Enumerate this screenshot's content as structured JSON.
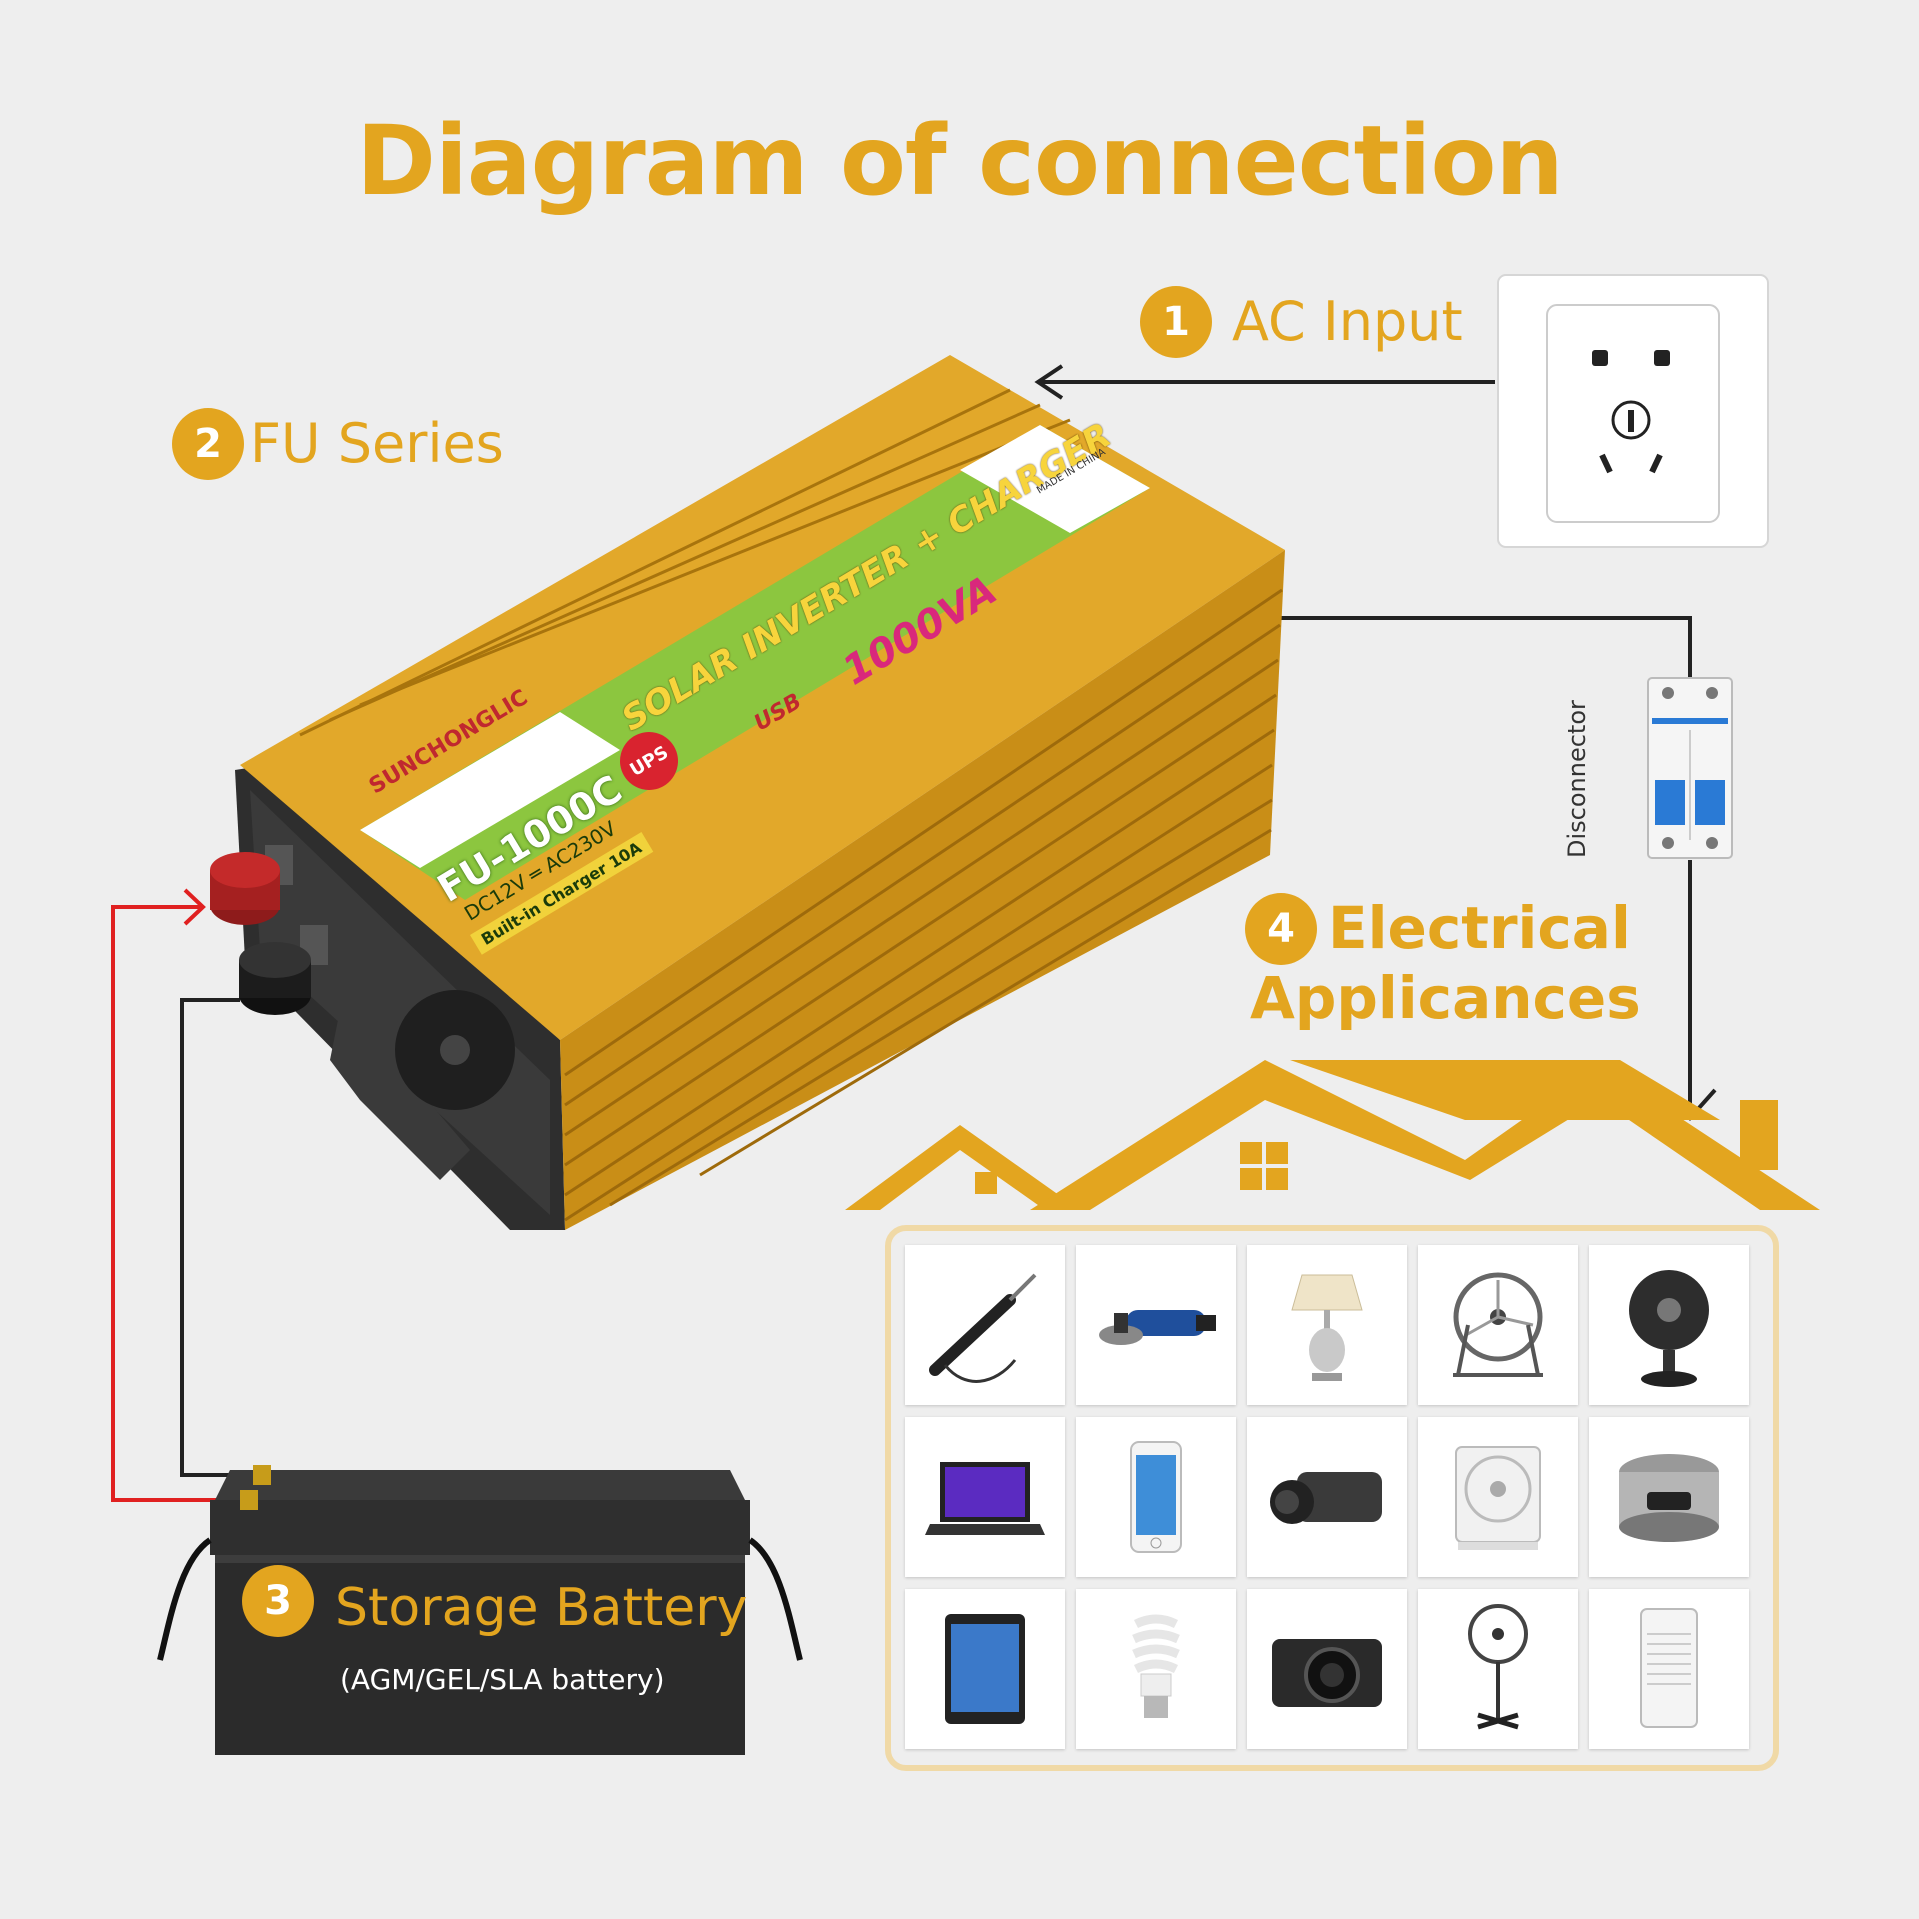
{
  "title": "Diagram of connection",
  "steps": [
    {
      "num": "1",
      "label": "AC Input"
    },
    {
      "num": "2",
      "label": "FU Series"
    },
    {
      "num": "3",
      "label": "Storage Battery",
      "sublabel": "(AGM/GEL/SLA battery)"
    },
    {
      "num": "4",
      "label_line1": "Electrical",
      "label_line2": "Applicances"
    }
  ],
  "disconnector_label": "Disconnector",
  "inverter": {
    "brand": "SUNCHONGLIC",
    "model": "FU-1000C",
    "voltage": "DC12V ═ AC230V",
    "charger": "Built-in Charger 10A",
    "product": "SOLAR INVERTER + CHARGER",
    "rating": "1000VA",
    "ups": "UPS",
    "usb": "USB",
    "made_in": "MADE IN CHINA"
  },
  "appliances": [
    "soldering-iron",
    "angle-grinder",
    "table-lamp",
    "floor-fan",
    "desk-fan",
    "laptop",
    "smartphone",
    "camcorder",
    "box-fan",
    "rice-cooker",
    "tablet",
    "cfl-bulb",
    "digital-camera",
    "stand-fan",
    "air-cooler"
  ],
  "colors": {
    "accent": "#e3a51f",
    "background": "#eeeeee",
    "wire_red": "#e02020",
    "wire_black": "#222222",
    "battery": "#2b2b2b",
    "inverter_gold": "#e2a82a",
    "inverter_label_green": "#8cc63f"
  }
}
